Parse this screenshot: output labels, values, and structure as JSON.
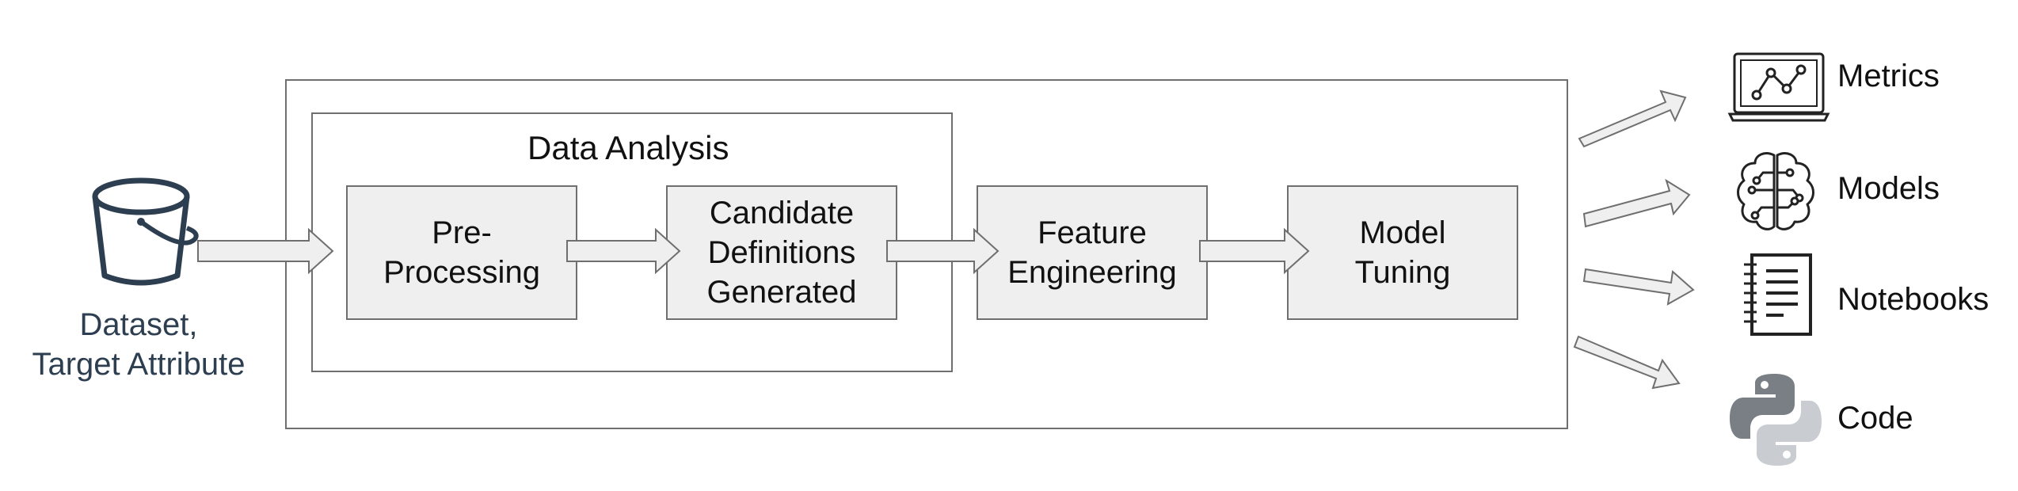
{
  "source": {
    "label": "Dataset,\nTarget Attribute",
    "icon": "bucket-icon"
  },
  "group": {
    "title": "Data Analysis"
  },
  "steps": [
    {
      "id": "pre-processing",
      "label": "Pre-\nProcessing"
    },
    {
      "id": "candidate-definitions",
      "label": "Candidate\nDefinitions\nGenerated"
    },
    {
      "id": "feature-engineering",
      "label": "Feature\nEngineering"
    },
    {
      "id": "model-tuning",
      "label": "Model\nTuning"
    }
  ],
  "outputs": [
    {
      "label": "Metrics",
      "icon": "laptop-chart-icon"
    },
    {
      "label": "Models",
      "icon": "brain-circuit-icon"
    },
    {
      "label": "Notebooks",
      "icon": "notebook-icon"
    },
    {
      "label": "Code",
      "icon": "python-icon"
    }
  ],
  "colors": {
    "box_fill": "#efefef",
    "stroke": "#6f6f6f",
    "icon_dark": "#2c3e50",
    "python_dark": "#7a7f86",
    "python_light": "#c9ccd0"
  }
}
